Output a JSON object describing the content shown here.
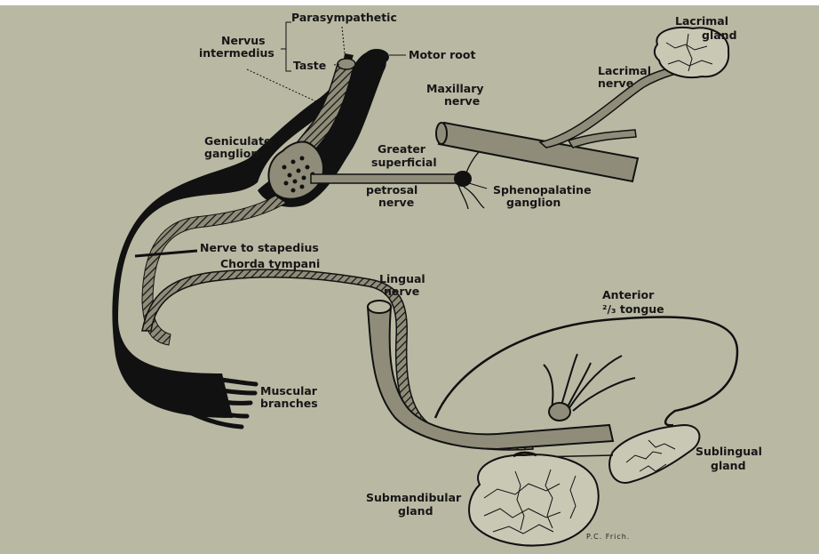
{
  "colors": {
    "background": "#b9b8a3",
    "ink": "#111111",
    "nerve_fill": "#8f8d79",
    "gland_fill": "#c9c8b5"
  },
  "labels": {
    "parasympathetic": "Parasympathetic",
    "nervus_intermedius_1": "Nervus",
    "nervus_intermedius_2": "intermedius",
    "taste": "Taste",
    "motor_root": "Motor root",
    "lacrimal_gland_1": "Lacrimal",
    "lacrimal_gland_2": "gland",
    "lacrimal_nerve_1": "Lacrimal",
    "lacrimal_nerve_2": "nerve",
    "maxillary_nerve_1": "Maxillary",
    "maxillary_nerve_2": "nerve",
    "geniculate_ganglion_1": "Geniculate",
    "geniculate_ganglion_2": "ganglion",
    "greater_superficial_1": "Greater",
    "greater_superficial_2": "superficial",
    "petrosal_nerve_1": "petrosal",
    "petrosal_nerve_2": "nerve",
    "sphenopalatine_1": "Sphenopalatine",
    "sphenopalatine_2": "ganglion",
    "nerve_to_stapedius": "Nerve to stapedius",
    "chorda_tympani": "Chorda tympani",
    "lingual_nerve_1": "Lingual",
    "lingual_nerve_2": "nerve",
    "anterior_tongue_1": "Anterior",
    "anterior_tongue_2": "²/₃ tongue",
    "muscular_branches_1": "Muscular",
    "muscular_branches_2": "branches",
    "sublingual_gland_1": "Sublingual",
    "sublingual_gland_2": "gland",
    "submandibular_gland_1": "Submandibular",
    "submandibular_gland_2": "gland",
    "signature": "P.C. Frich."
  }
}
